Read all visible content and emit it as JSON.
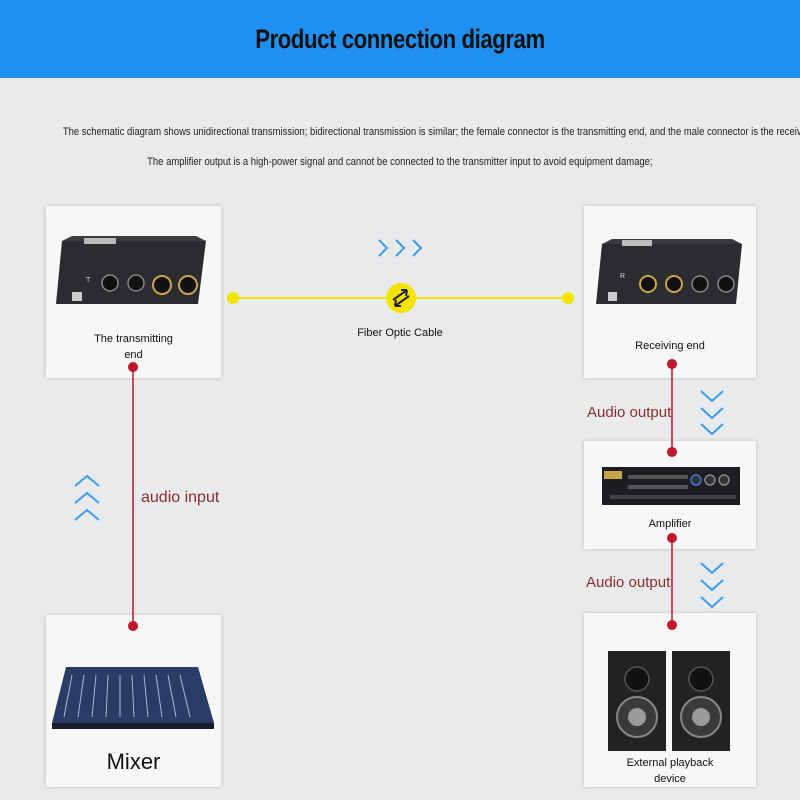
{
  "header": {
    "title": "Product connection diagram"
  },
  "notes": {
    "line1": "The schematic diagram shows unidirectional transmission; bidirectional transmission is similar; the female connector is the transmitting end, and the male connector is the receiving end;",
    "line2": "The amplifier output is a high-power signal and cannot be connected to the transmitter input to avoid equipment damage;"
  },
  "cards": {
    "transmitter": {
      "label_line1": "The transmitting",
      "label_line2": "end",
      "device_letter": "T"
    },
    "receiver": {
      "label": "Receiving end",
      "device_letter": "R"
    },
    "amplifier": {
      "label": "Amplifier"
    },
    "mixer": {
      "label": "Mixer"
    },
    "playback": {
      "label_line1": "External playback",
      "label_line2": "device"
    }
  },
  "cable": {
    "label": "Fiber Optic Cable"
  },
  "flow_labels": {
    "audio_input": "audio input",
    "audio_output_1": "Audio output",
    "audio_output_2": "Audio output"
  },
  "colors": {
    "header_bg": "#1f8ff0",
    "chevron": "#3a9cf0",
    "cable": "#f2e300",
    "connector_line": "#c0152a",
    "label_text": "#8a2d2d"
  }
}
